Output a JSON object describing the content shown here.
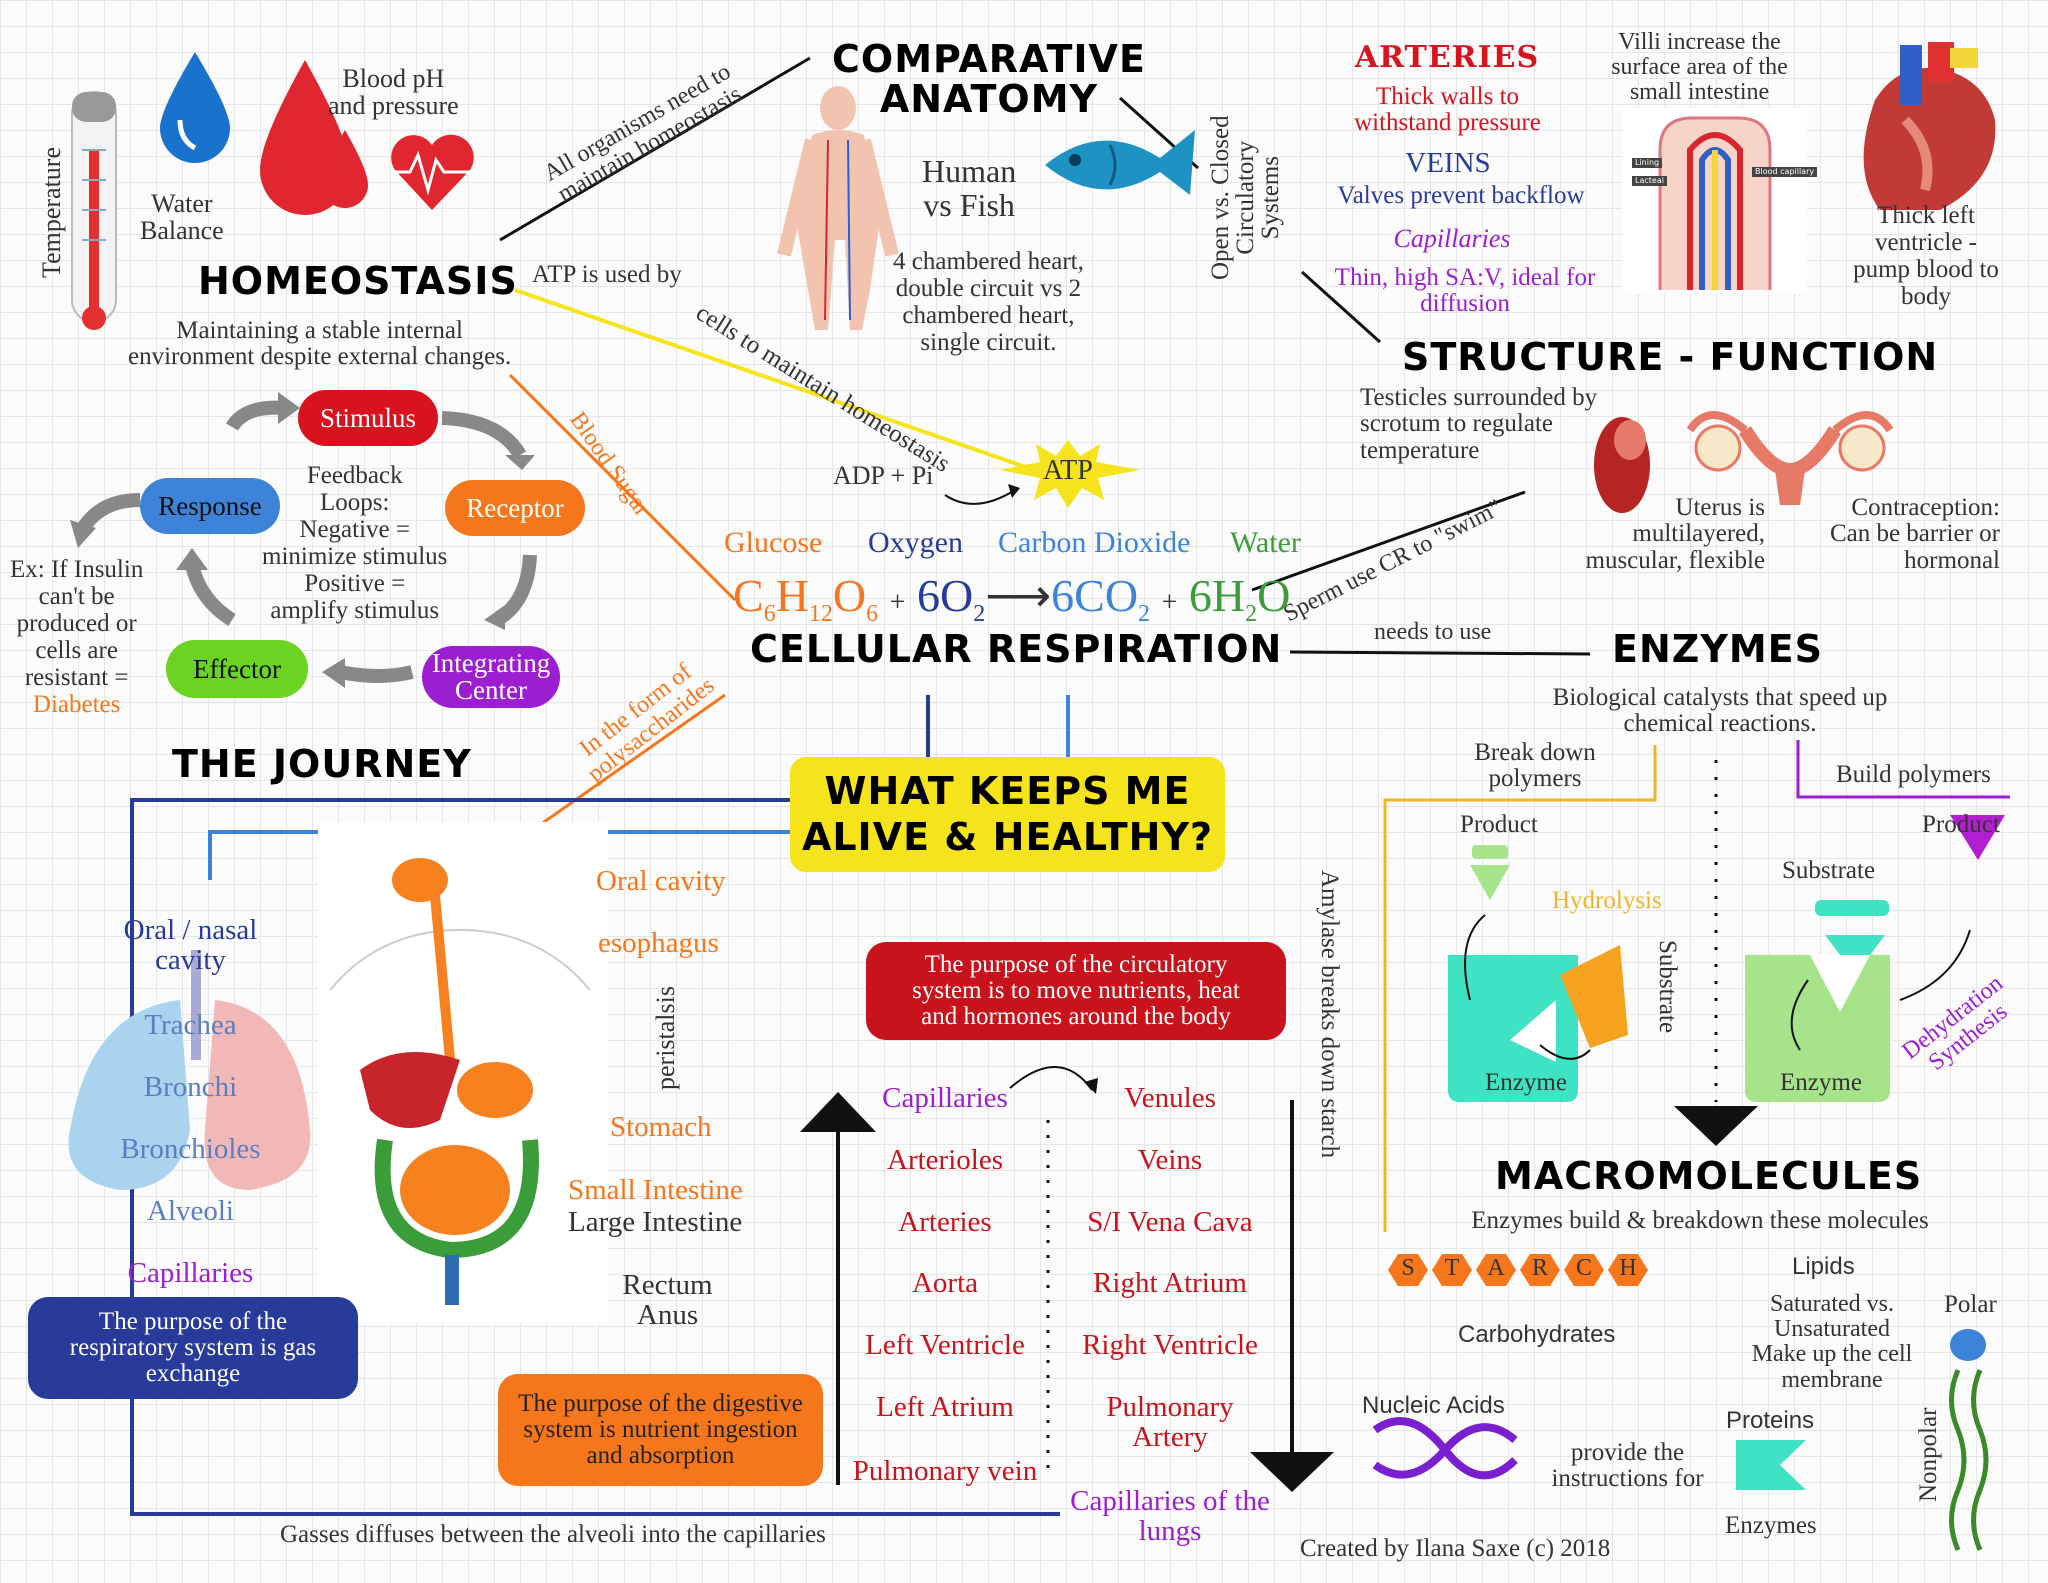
{
  "center": {
    "title_line1": "WHAT KEEPS ME",
    "title_line2": "ALIVE & HEALTHY?"
  },
  "homeostasis": {
    "title": "HOMEOSTASIS",
    "desc_line1": "Maintaining a stable internal",
    "desc_line2": "environment despite external changes.",
    "temperature": "Temperature",
    "water_l1": "Water",
    "water_l2": "Balance",
    "blood_l1": "Blood pH",
    "blood_l2": "and pressure",
    "loop": {
      "stimulus": "Stimulus",
      "receptor": "Receptor",
      "integrating_l1": "Integrating",
      "integrating_l2": "Center",
      "effector": "Effector",
      "response": "Response"
    },
    "feedback": [
      "Feedback",
      "Loops:",
      "Negative =",
      "minimize stimulus",
      "Positive =",
      "amplify stimulus"
    ],
    "example": [
      "Ex: If Insulin",
      "can't be",
      "produced or",
      "cells are",
      "resistant ="
    ],
    "example_disease": "Diabetes"
  },
  "links": {
    "all_organisms_l1": "All organisms need to",
    "all_organisms_l2": "maintain homeostasis",
    "atp_used_by": "ATP is used by",
    "cells_maintain": "cells  to maintain homeostasis",
    "blood_sugar": "Blood Sugar",
    "polysaccharides_l1": "In the form of",
    "polysaccharides_l2": "polysaccharides",
    "sperm_use": "Sperm use CR to \"swim\"",
    "needs_to_use": "needs to use",
    "open_closed": [
      "Open vs. Closed",
      "Circulatory",
      "Systems"
    ],
    "gasses_diffuse": "Gasses diffuses between the alveoli into the capillaries"
  },
  "comparative": {
    "title_l1": "COMPARATIVE",
    "title_l2": "ANATOMY",
    "human": "Human",
    "vs_fish": "vs Fish",
    "desc": [
      "4 chambered heart,",
      "double circuit vs 2",
      "chambered heart,",
      "single circuit."
    ]
  },
  "vessels": {
    "arteries": "ARTERIES",
    "arteries_desc": [
      "Thick walls to",
      "withstand pressure"
    ],
    "veins": "VEINS",
    "veins_desc": "Valves prevent backflow",
    "capillaries": "Capillaries",
    "capillaries_desc": [
      "Thin, high SA:V, ideal for",
      "diffusion"
    ]
  },
  "villi": {
    "desc": [
      "Villi increase the",
      "surface area of the",
      "small intestine"
    ],
    "label_lining": "Lining",
    "label_lacteal": "Lacteal",
    "label_capillary": "Blood capillary"
  },
  "heart": {
    "desc": [
      "Thick left",
      "ventricle -",
      "pump blood to",
      "body"
    ]
  },
  "structure": {
    "title": "STRUCTURE - FUNCTION",
    "testicles": [
      "Testicles surrounded by",
      "scrotum to regulate",
      "temperature"
    ],
    "uterus": [
      "Uterus is",
      "multilayered,",
      "muscular, flexible"
    ],
    "contraception": [
      "Contraception:",
      "Can be barrier or",
      "hormonal"
    ]
  },
  "respiration": {
    "title": "CELLULAR RESPIRATION",
    "atp": "ATP",
    "adp": "ADP + Pi",
    "labels": {
      "glucose": "Glucose",
      "oxygen": "Oxygen",
      "co2": "Carbon Dioxide",
      "water": "Water"
    },
    "eq": {
      "c": "C",
      "c_sub": "6",
      "h": "H",
      "h_sub": "12",
      "o": "O",
      "o_sub": "6",
      "plus1": "+",
      "o2": "6O",
      "o2_sub": "2",
      "arrow": "⟶",
      "co2": "6CO",
      "co2_sub": "2",
      "plus2": "+",
      "h2o_a": "6H",
      "h2o_sub": "2",
      "h2o_b": "O"
    }
  },
  "enzymes": {
    "title": "ENZYMES",
    "desc_l1": "Biological catalysts that speed up",
    "desc_l2": "chemical reactions.",
    "break_l1": "Break down",
    "break_l2": "polymers",
    "build": "Build polymers",
    "product_left": "Product",
    "hydrolysis": "Hydrolysis",
    "substrate_left": "Substrate",
    "enzyme_left": "Enzyme",
    "substrate_right": "Substrate",
    "product_right": "Product",
    "enzyme_right": "Enzyme",
    "dehydration_l1": "Dehydration",
    "dehydration_l2": "Synthesis",
    "amylase": "Amylase breaks down starch"
  },
  "macro": {
    "title": "MACROMOLECULES",
    "desc": "Enzymes build & breakdown these molecules",
    "starch": [
      "S",
      "T",
      "A",
      "R",
      "C",
      "H"
    ],
    "carbohydrates": "Carbohydrates",
    "lipids": "Lipids",
    "lipids_desc": [
      "Saturated vs.",
      "Unsaturated",
      "Make up the cell",
      "membrane"
    ],
    "polar": "Polar",
    "nonpolar": "Nonpolar",
    "nucleic": "Nucleic Acids",
    "provide": [
      "provide the",
      "instructions for"
    ],
    "proteins": "Proteins",
    "enzymes": "Enzymes"
  },
  "journey": {
    "title": "THE JOURNEY",
    "resp": [
      "Oral / nasal",
      "cavity",
      "Trachea",
      "Bronchi",
      "Bronchioles",
      "Alveoli",
      "Capillaries"
    ],
    "resp_purpose": [
      "The purpose of the",
      "respiratory system is gas",
      "exchange"
    ],
    "digest": {
      "oral": "Oral cavity",
      "esophagus": "esophagus",
      "peristalsis": "peristalsis",
      "stomach": "Stomach",
      "small": "Small Intestine",
      "large": "Large Intestine",
      "rectum": "Rectum",
      "anus": "Anus"
    },
    "digest_purpose": [
      "The purpose of the digestive",
      "system is nutrient ingestion",
      "and absorption"
    ],
    "circ_purpose": [
      "The purpose of the circulatory",
      "system is to move nutrients, heat",
      "and hormones around the body"
    ],
    "circ_left": [
      "Capillaries",
      "Arterioles",
      "Arteries",
      "Aorta",
      "Left Ventricle",
      "Left Atrium",
      "Pulmonary vein"
    ],
    "circ_right": [
      "Venules",
      "Veins",
      "S/I Vena Cava",
      "Right Atrium",
      "Right Ventricle",
      "Pulmonary",
      "Artery",
      "Capillaries of the",
      "lungs"
    ]
  },
  "credit": "Created by Ilana Saxe (c) 2018",
  "colors": {
    "yellow": "#f5e41c",
    "red": "#d7131e",
    "orange": "#f6761b",
    "purple": "#9b1fd0",
    "green": "#6bd322",
    "blue": "#3d84d8",
    "navy": "#283a9a"
  }
}
